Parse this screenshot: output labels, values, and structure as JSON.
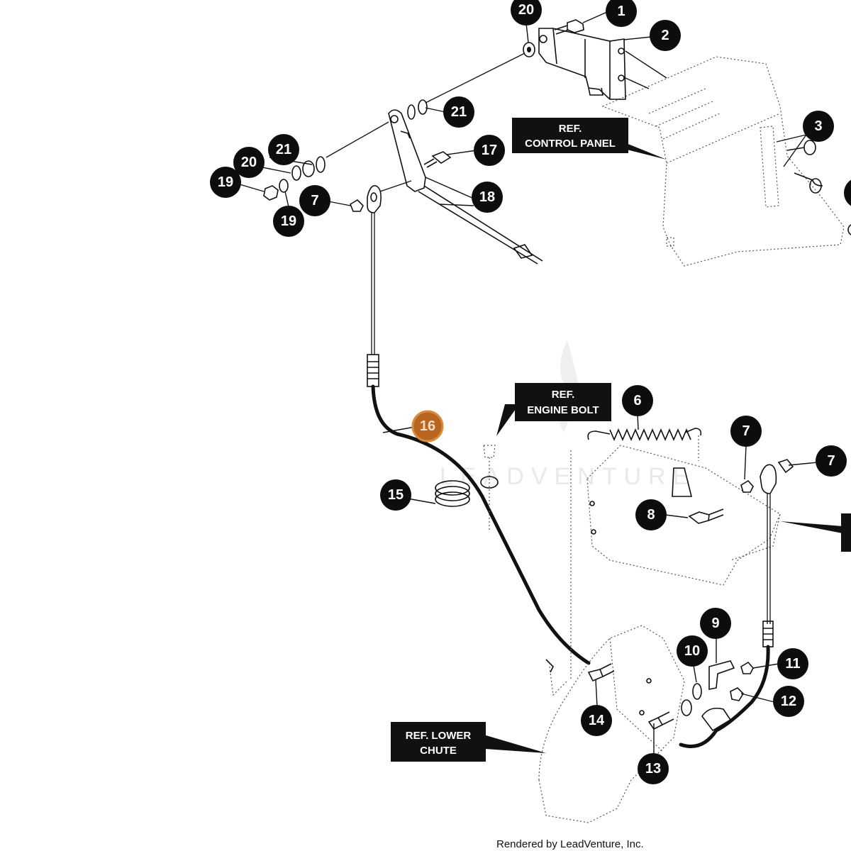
{
  "callouts": [
    {
      "id": "c1",
      "label": "1"
    },
    {
      "id": "c2",
      "label": "2"
    },
    {
      "id": "c3",
      "label": "3"
    },
    {
      "id": "c6",
      "label": "6"
    },
    {
      "id": "c7a",
      "label": "7"
    },
    {
      "id": "c7b",
      "label": "7"
    },
    {
      "id": "c7c",
      "label": "7"
    },
    {
      "id": "c8",
      "label": "8"
    },
    {
      "id": "c9",
      "label": "9"
    },
    {
      "id": "c10",
      "label": "10"
    },
    {
      "id": "c11",
      "label": "11"
    },
    {
      "id": "c12",
      "label": "12"
    },
    {
      "id": "c13",
      "label": "13"
    },
    {
      "id": "c14",
      "label": "14"
    },
    {
      "id": "c15",
      "label": "15"
    },
    {
      "id": "c16",
      "label": "16"
    },
    {
      "id": "c17",
      "label": "17"
    },
    {
      "id": "c18",
      "label": "18"
    },
    {
      "id": "c19a",
      "label": "19"
    },
    {
      "id": "c19b",
      "label": "19"
    },
    {
      "id": "c20a",
      "label": "20"
    },
    {
      "id": "c20b",
      "label": "20"
    },
    {
      "id": "c21a",
      "label": "21"
    },
    {
      "id": "c21b",
      "label": "21"
    }
  ],
  "highlighted_callout": "16",
  "ref_labels": {
    "control_panel": {
      "line1": "REF.",
      "line2": "CONTROL PANEL"
    },
    "engine_bolt": {
      "line1": "REF.",
      "line2": "ENGINE BOLT"
    },
    "lower_chute": {
      "line1": "REF. LOWER",
      "line2": "CHUTE"
    }
  },
  "watermark": "LEADVENTURE",
  "footer": "Rendered by LeadVenture, Inc.",
  "colors": {
    "callout_fill": "#0d0d0d",
    "highlight_fill": "#b8661f",
    "line": "#111111"
  }
}
